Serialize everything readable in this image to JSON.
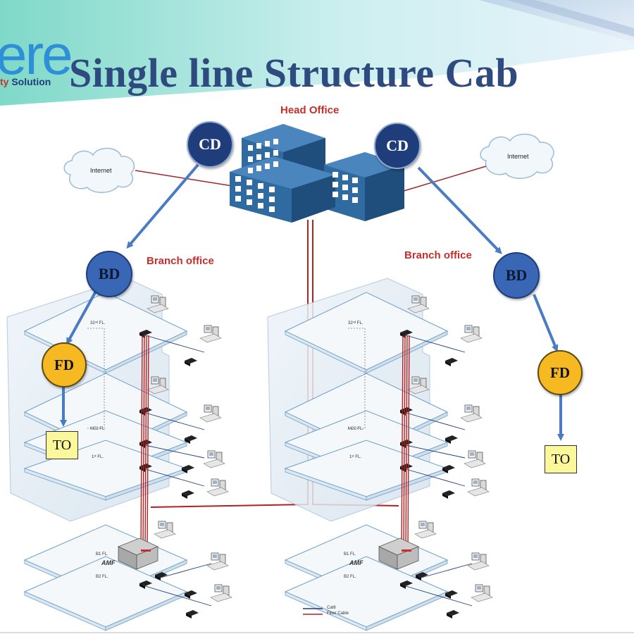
{
  "header": {
    "logo_mark": "ere",
    "logo_sub_accent": "ty",
    "logo_sub": " Solution",
    "title": "Single line Structure Cab"
  },
  "diagram": {
    "head_office_label": "Head Office",
    "branch_left_label": "Branch office",
    "branch_right_label": "Branch office",
    "internet_left": "Internet",
    "internet_right": "Internet",
    "nodes": {
      "cd_left": "CD",
      "cd_right": "CD",
      "bd_left": "BD",
      "bd_right": "BD",
      "fd_left": "FD",
      "fd_right": "FD",
      "to_left": "TO",
      "to_right": "TO"
    },
    "floor_labels": {
      "top": "32ⁿᵈ FL.",
      "mezz": "M22 FL.",
      "first": "1ˢᵗ FL.",
      "b1": "B1 FL.",
      "b2": "B2 FL."
    },
    "amf": "AMF",
    "legend": {
      "cat6": "Cat6",
      "fiber": "Fiber Cable"
    }
  },
  "colors": {
    "title": "#2e4a7f",
    "cd": "#1f3d7a",
    "bd": "#3a67b5",
    "fd": "#f6b922",
    "to": "#fbf79b",
    "arrow": "#4a7cc4",
    "fiber": "#b22222",
    "red_label": "#c62e2e"
  },
  "icons": [
    "cloud-icon",
    "building-icon",
    "workstation-icon",
    "switch-icon",
    "server-icon"
  ]
}
